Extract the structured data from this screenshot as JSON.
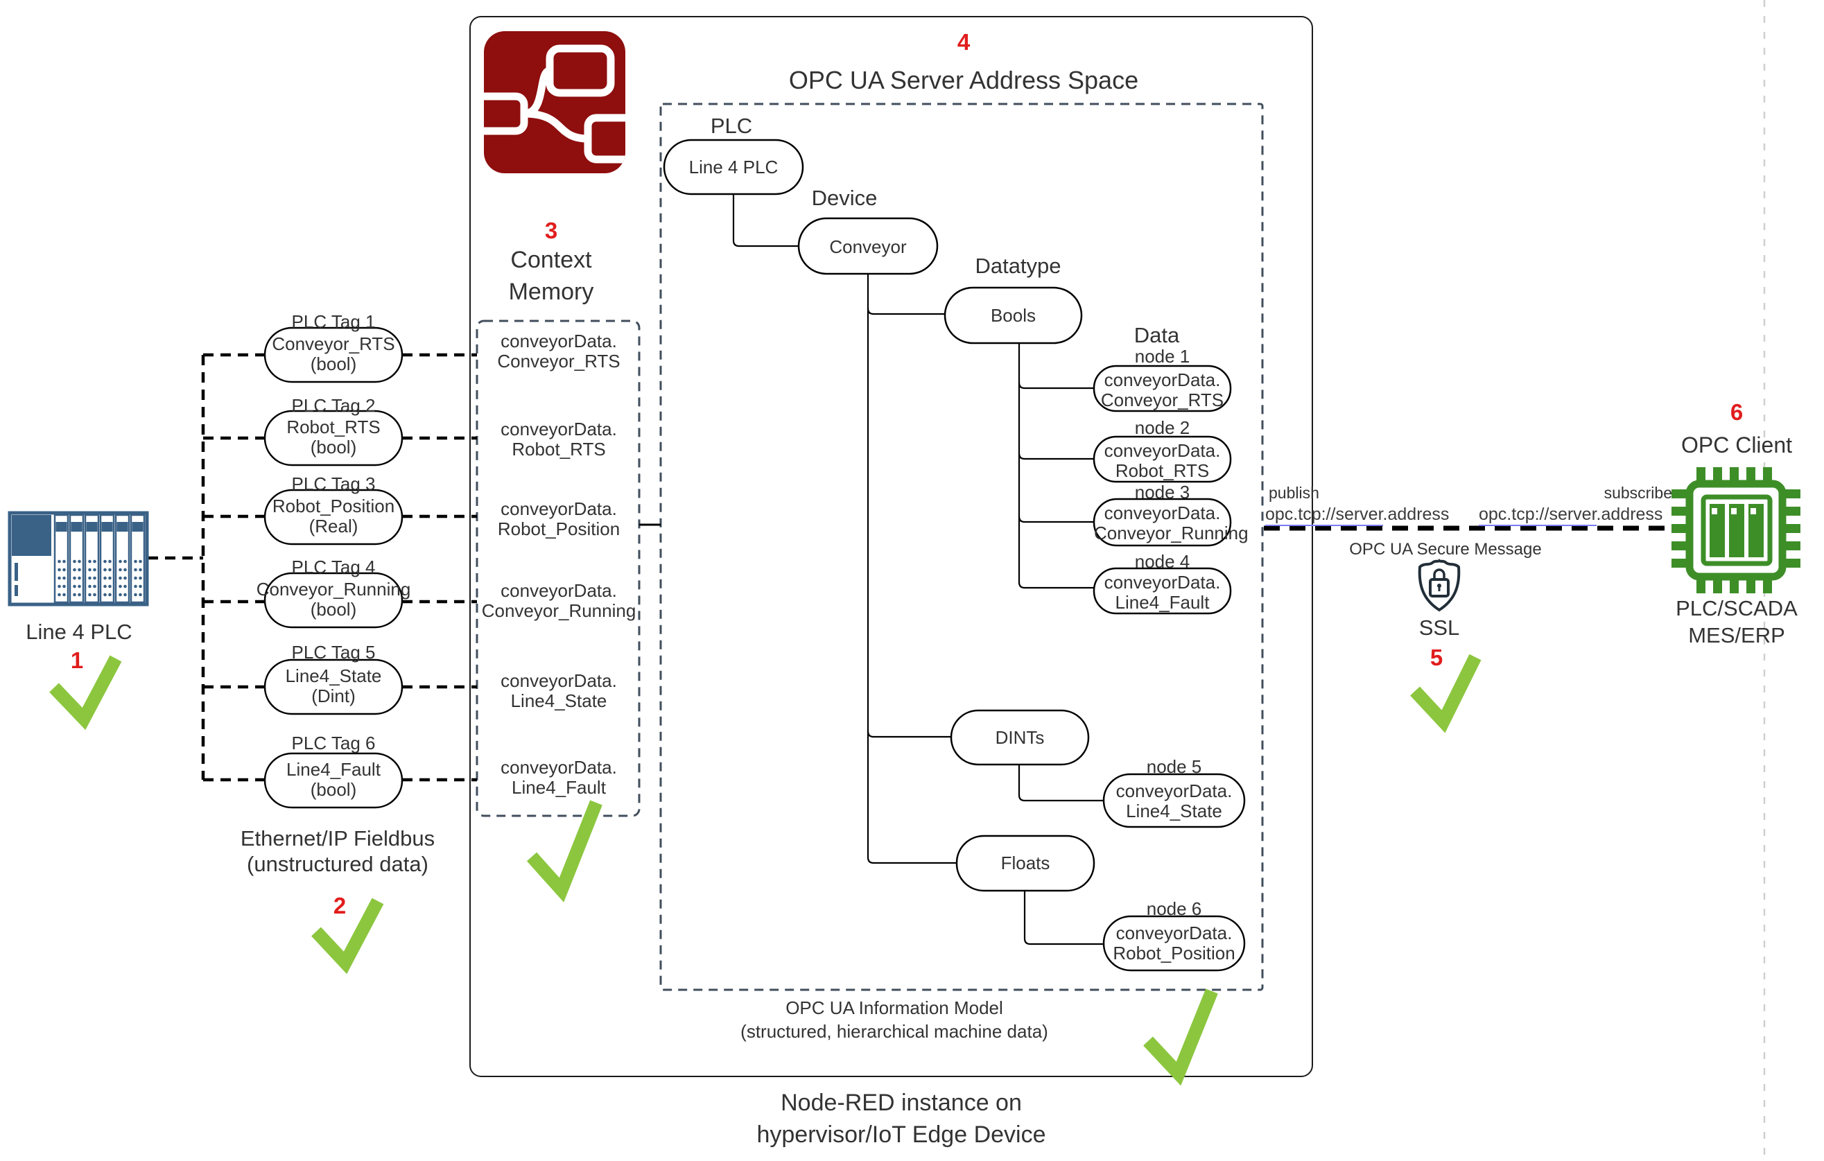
{
  "colors": {
    "accent_red": "#e11d1d",
    "node_red_brand": "#8F0E0E",
    "check_green": "#8CC63F",
    "chip_green": "#3E8E28",
    "plc_blue": "#3A6186",
    "box_dash": "#414e5c",
    "link_underline": "#7b7bf0"
  },
  "source_plc": {
    "number": "1",
    "caption": "Line 4 PLC"
  },
  "fieldbus": {
    "number": "2",
    "caption_line1": "Ethernet/IP Fieldbus",
    "caption_line2": "(unstructured data)"
  },
  "plc_tags": {
    "items": [
      {
        "label": "PLC Tag 1",
        "name": "Conveyor_RTS",
        "type": "(bool)"
      },
      {
        "label": "PLC Tag 2",
        "name": "Robot_RTS",
        "type": "(bool)"
      },
      {
        "label": "PLC Tag 3",
        "name": "Robot_Position",
        "type": "(Real)"
      },
      {
        "label": "PLC Tag 4",
        "name": "Conveyor_Running",
        "type": "(bool)"
      },
      {
        "label": "PLC Tag 5",
        "name": "Line4_State",
        "type": "(Dint)"
      },
      {
        "label": "PLC Tag 6",
        "name": "Line4_Fault",
        "type": "(bool)"
      }
    ]
  },
  "context_memory": {
    "number": "3",
    "title_line1": "Context",
    "title_line2": "Memory",
    "entries": [
      {
        "line1": "conveyorData.",
        "line2": "Conveyor_RTS"
      },
      {
        "line1": "conveyorData.",
        "line2": "Robot_RTS"
      },
      {
        "line1": "conveyorData.",
        "line2": "Robot_Position"
      },
      {
        "line1": "conveyorData.",
        "line2": "Conveyor_Running"
      },
      {
        "line1": "conveyorData.",
        "line2": "Line4_State"
      },
      {
        "line1": "conveyorData.",
        "line2": "Line4_Fault"
      }
    ]
  },
  "address_space": {
    "number": "4",
    "title": "OPC UA Server Address Space",
    "levels": {
      "plc": "PLC",
      "device": "Device",
      "datatype": "Datatype",
      "data": "Data"
    },
    "plc_node_label": "Line 4 PLC",
    "device_node_label": "Conveyor",
    "datatype_node_labels": {
      "bools": "Bools",
      "dints": "DINTs",
      "floats": "Floats"
    },
    "data_nodes": [
      {
        "label": "node 1",
        "line1": "conveyorData.",
        "line2": "Conveyor_RTS"
      },
      {
        "label": "node 2",
        "line1": "conveyorData.",
        "line2": "Robot_RTS"
      },
      {
        "label": "node 3",
        "line1": "conveyorData.",
        "line2": "Conveyor_Running"
      },
      {
        "label": "node 4",
        "line1": "conveyorData.",
        "line2": "Line4_Fault"
      },
      {
        "label": "node 5",
        "line1": "conveyorData.",
        "line2": "Line4_State"
      },
      {
        "label": "node 6",
        "line1": "conveyorData.",
        "line2": "Robot_Position"
      }
    ]
  },
  "captions": {
    "info_model_line1": "OPC UA Information Model",
    "info_model_line2": "(structured, hierarchical machine data)",
    "instance_line1": "Node-RED instance on",
    "instance_line2": "hypervisor/IoT Edge Device"
  },
  "transport": {
    "number": "5",
    "publish_label": "publish",
    "publish_url_linked": "opc.tcp://server",
    "publish_url_plain": ".address",
    "subscribe_label": "subscribe",
    "subscribe_url_linked": "opc.tcp://server",
    "subscribe_url_plain": ".address",
    "secure_message_label": "OPC UA Secure Message",
    "ssl_label": "SSL"
  },
  "opc_client": {
    "number": "6",
    "title": "OPC Client",
    "caption_line1": "PLC/SCADA",
    "caption_line2": "MES/ERP"
  }
}
